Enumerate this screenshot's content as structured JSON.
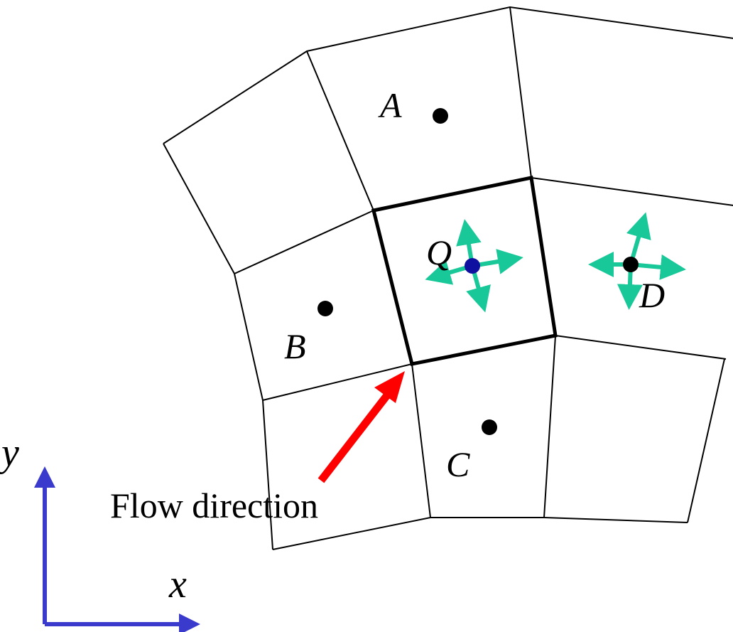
{
  "labels": {
    "A": "A",
    "B": "B",
    "C": "C",
    "D": "D",
    "Q": "Q",
    "flow": "Flow direction",
    "x_axis": "x",
    "y_axis": "y"
  },
  "colors": {
    "grid": "#000000",
    "node": "#000000",
    "center_node": "#1010a0",
    "face_arrows": "#18c898",
    "flow_arrow": "#ff0000",
    "axes": "#3a3acc"
  }
}
